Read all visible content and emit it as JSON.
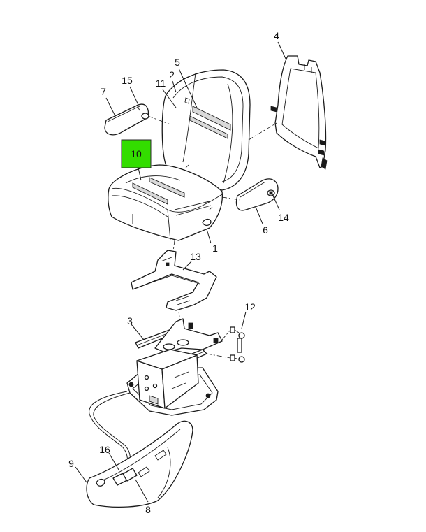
{
  "colors": {
    "highlight": "#33dd00",
    "line": "#1a1a1a"
  },
  "callouts": {
    "c1": "1",
    "c2": "2",
    "c3": "3",
    "c4": "4",
    "c5": "5",
    "c6": "6",
    "c7": "7",
    "c8": "8",
    "c9": "9",
    "c10": "10",
    "c11": "11",
    "c12": "12",
    "c13": "13",
    "c14": "14",
    "c15": "15",
    "c16": "16"
  },
  "highlighted_callout": "10"
}
